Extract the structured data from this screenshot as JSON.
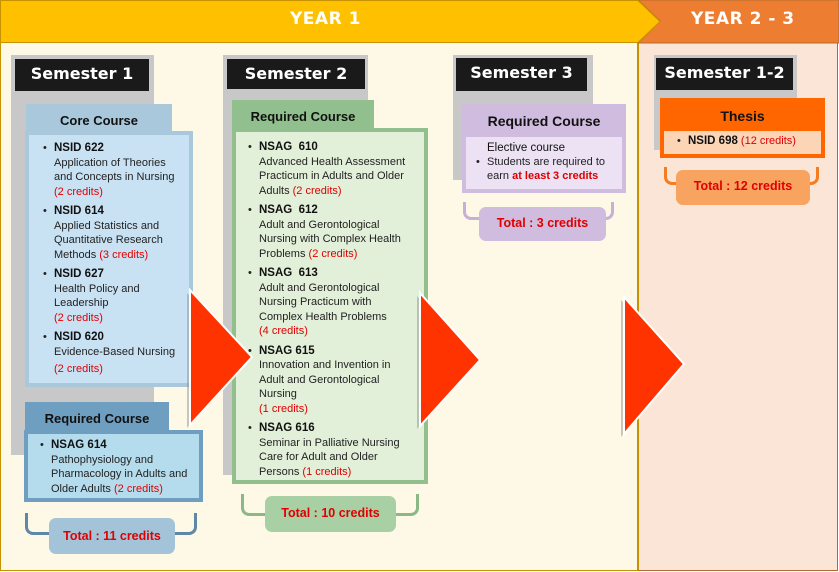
{
  "years": [
    {
      "label": "YEAR 1",
      "color": "#ffc000"
    },
    {
      "label": "YEAR 2 - 3",
      "color": "#ed7d31"
    }
  ],
  "semesters": [
    {
      "title": "Semester 1",
      "groups": [
        {
          "heading": "Core Course",
          "courses": [
            {
              "code": "NSID 622",
              "name": "Application of Theories and Concepts in Nursing",
              "credits": "(2 credits)"
            },
            {
              "code": "NSID 614",
              "name": "Applied Statistics and Quantitative Research Methods",
              "credits": "(3 credits)"
            },
            {
              "code": "NSID 627",
              "name": "Health Policy and Leadership",
              "credits": "(2 credits)"
            },
            {
              "code": "NSID 620",
              "name": "Evidence-Based Nursing",
              "credits": "(2 credits)"
            }
          ]
        },
        {
          "heading": "Required Course",
          "courses": [
            {
              "code": "NSAG 614",
              "name": "Pathophysiology and Pharmacology in Adults and Older Adults",
              "credits": "(2 credits)"
            }
          ]
        }
      ],
      "total": "Total : 11 credits"
    },
    {
      "title": "Semester 2",
      "groups": [
        {
          "heading": "Required Course",
          "courses": [
            {
              "code": "NSAG  610",
              "name": "Advanced Health Assessment Practicum in Adults and Older Adults",
              "credits": "(2 credits)"
            },
            {
              "code": "NSAG  612",
              "name": "Adult and Gerontological Nursing with Complex Health Problems",
              "credits": "(2 credits)"
            },
            {
              "code": "NSAG  613",
              "name": "Adult and Gerontological Nursing Practicum with Complex Health Problems",
              "credits": "(4 credits)"
            },
            {
              "code": "NSAG 615",
              "name": "Innovation and Invention in Adult and Gerontological Nursing",
              "credits": "(1 credits)"
            },
            {
              "code": "NSAG 616",
              "name": "Seminar in Palliative Nursing Care for Adult and Older Persons",
              "credits": "(1 credits)"
            }
          ]
        }
      ],
      "total": "Total : 10 credits"
    },
    {
      "title": "Semester 3",
      "groups": [
        {
          "heading": "Required Course",
          "subheading": "Elective course",
          "note_prefix": "Students are required to earn ",
          "note_emphasis": "at least 3 credits"
        }
      ],
      "total": "Total : 3 credits"
    },
    {
      "title": "Semester 1-2",
      "groups": [
        {
          "heading": "Thesis",
          "courses": [
            {
              "code": "NSID 698",
              "credits": "(12 credits)"
            }
          ]
        }
      ],
      "total": "Total : 12 credits"
    }
  ],
  "colors": {
    "arrow": "#ff3300",
    "credit_text": "#e00000"
  }
}
